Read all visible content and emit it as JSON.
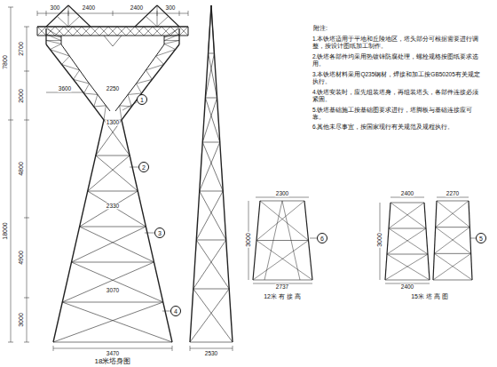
{
  "diagram": {
    "nodes": [
      {
        "text": [
          "1"
        ]
      },
      {
        "text": [
          "2"
        ]
      },
      {
        "text": [
          "3"
        ]
      },
      {
        "text": [
          "4"
        ]
      },
      {
        "text": [
          "6"
        ]
      },
      {
        "text": [
          "5"
        ]
      }
    ],
    "labels": [
      "300",
      "2400",
      "2400",
      "300",
      "7800",
      "2700",
      "3600",
      "2250",
      "2000",
      "1300",
      "18000",
      "4800",
      "2330",
      "4900",
      "3070",
      "3000",
      "3470",
      "2530",
      "18米塔身图",
      "附注:",
      "1.本铁塔适用于平地和丘陵地区，塔头部分可根据需要进行调整，按设计图纸加工制作。",
      "2.铁塔各部件均采用热镀锌防腐处理，螺栓规格按图纸要求选用。",
      "3.本铁塔材料采用Q235钢材，焊接和加工按GB50205有关规定执行。",
      "4.铁塔安装时，应先组装塔身，再组装塔头，各部件连接必须紧固。",
      "5.铁塔基础施工按基础图要求进行，塔脚板与基础连接应可靠。",
      "6.其他未尽事宜，按国家现行有关规范及规程执行。",
      "2300",
      "3000",
      "2737",
      "12米 有 接 高",
      "2400",
      "2270",
      "3000",
      "2400",
      "15米 塔 高 图"
    ]
  }
}
